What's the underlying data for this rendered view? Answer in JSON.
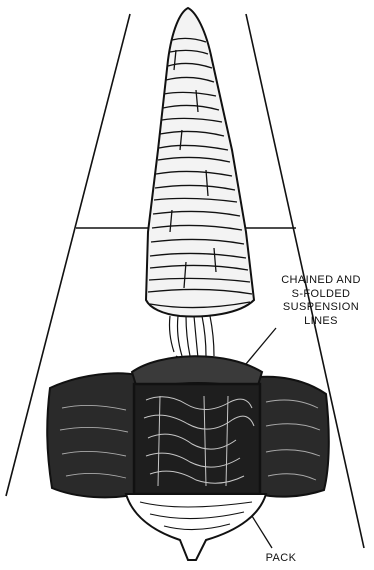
{
  "diagram": {
    "labels": {
      "suspension_lines": [
        "CHAINED AND",
        "S-FOLDED",
        "SUSPENSION",
        "LINES"
      ],
      "pack": "PACK"
    },
    "colors": {
      "ink": "#111111",
      "background": "#ffffff",
      "canopy_fill": "#f3f3f3",
      "pack_fill": "#2a2a2a"
    }
  }
}
